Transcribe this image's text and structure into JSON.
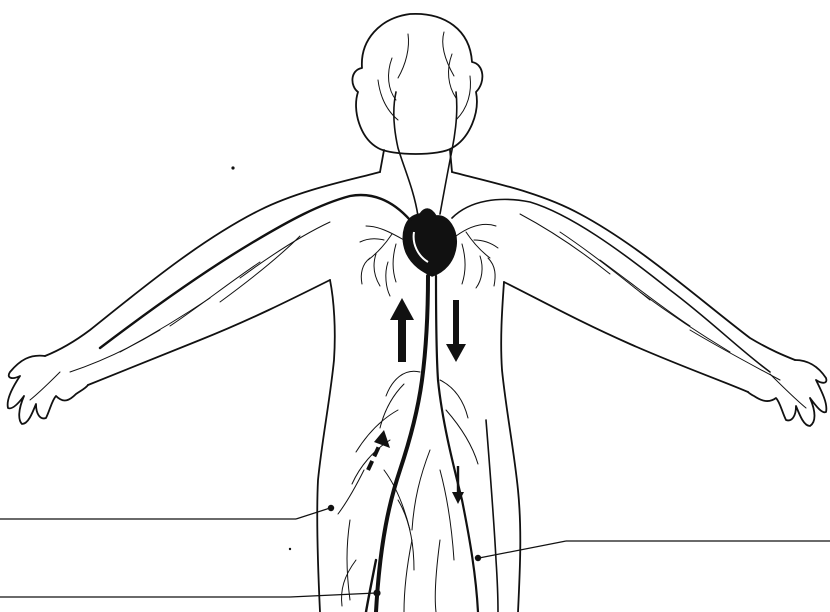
{
  "diagram": {
    "subject": "human-circulatory-system",
    "label_lines": [
      {
        "id": "label-line-left-upper"
      },
      {
        "id": "label-line-left-lower"
      },
      {
        "id": "label-line-right"
      }
    ]
  },
  "colors": {
    "ink": "#111111",
    "background": "#ffffff"
  }
}
